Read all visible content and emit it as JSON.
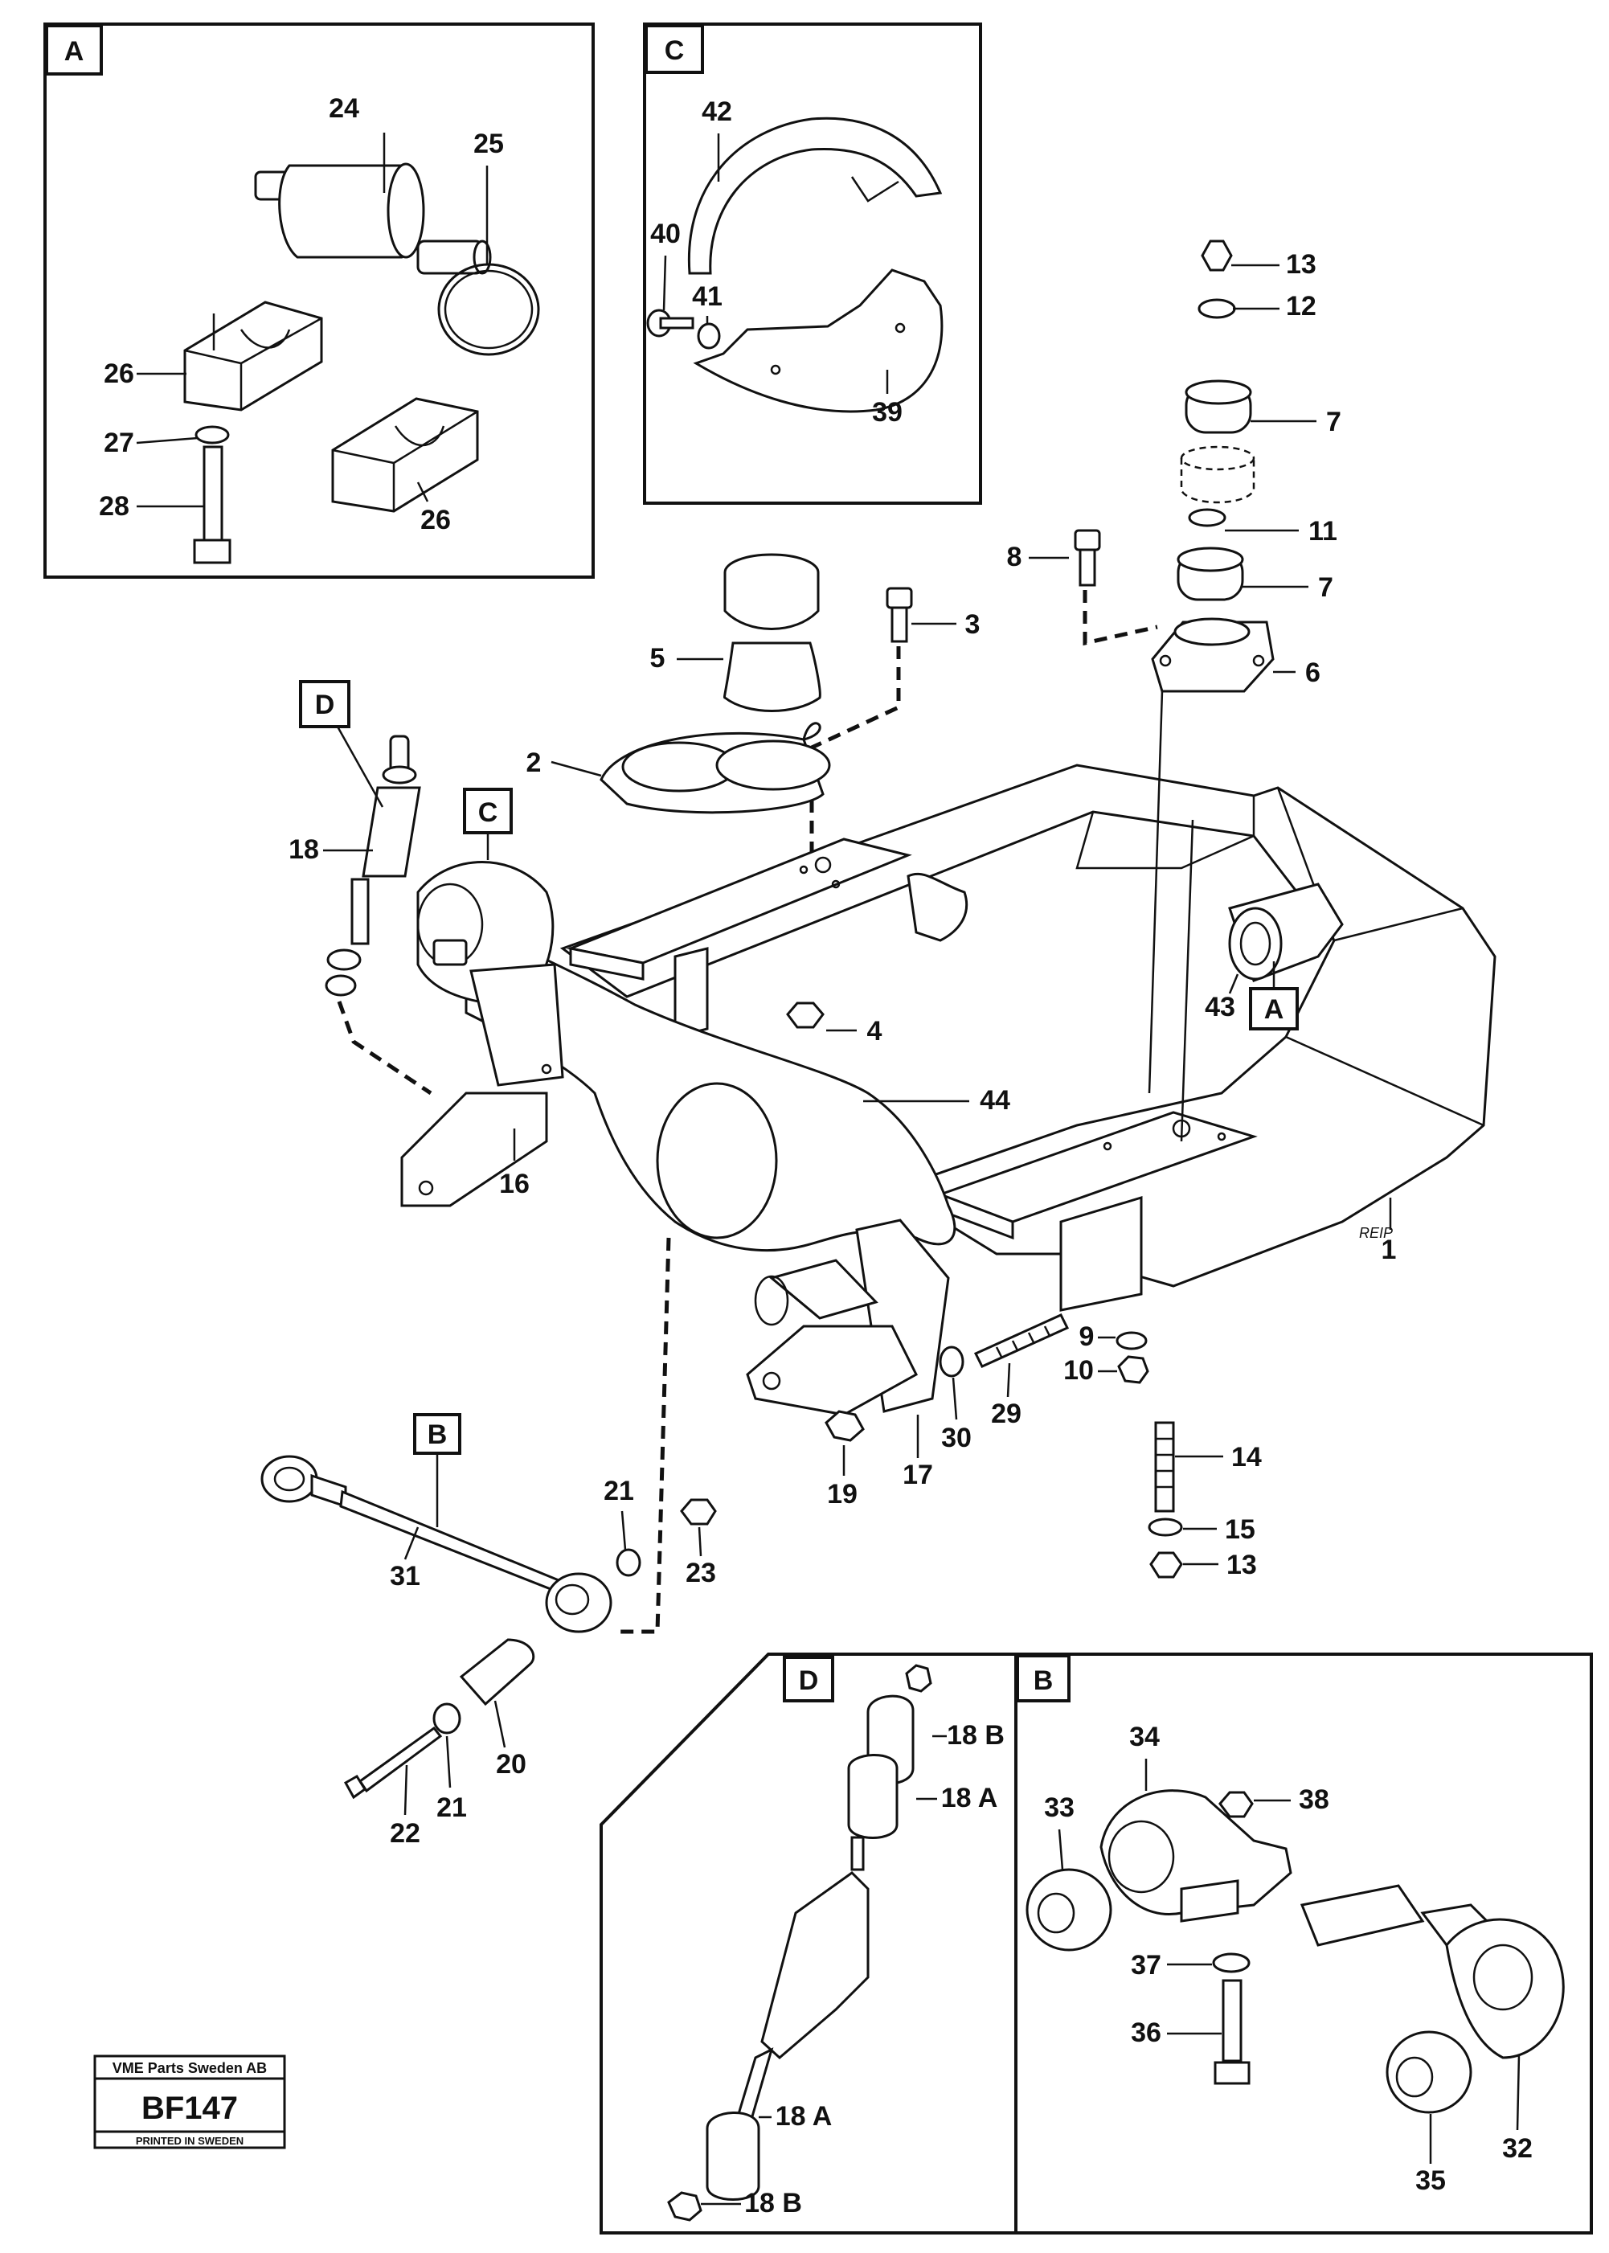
{
  "panels": {
    "A": "A",
    "C": "C",
    "D": "D",
    "B": "B"
  },
  "callouts": {
    "D": "D",
    "C": "C",
    "A": "A",
    "B": "B"
  },
  "labels": {
    "p1": "1",
    "p2": "2",
    "p3": "3",
    "p4": "4",
    "p5": "5",
    "p6": "6",
    "p7a": "7",
    "p7b": "7",
    "p8": "8",
    "p9": "9",
    "p10": "10",
    "p11": "11",
    "p12": "12",
    "p13a": "13",
    "p13b": "13",
    "p14": "14",
    "p15": "15",
    "p16": "16",
    "p17": "17",
    "p18": "18",
    "p18A1": "18 A",
    "p18A2": "18 A",
    "p18B1": "18 B",
    "p18B2": "18 B",
    "p19": "19",
    "p20": "20",
    "p21a": "21",
    "p21b": "21",
    "p22": "22",
    "p23": "23",
    "p24": "24",
    "p25": "25",
    "p26a": "26",
    "p26b": "26",
    "p27": "27",
    "p28": "28",
    "p29": "29",
    "p30": "30",
    "p31": "31",
    "p32": "32",
    "p33": "33",
    "p34": "34",
    "p35": "35",
    "p36": "36",
    "p37": "37",
    "p38": "38",
    "p39": "39",
    "p40": "40",
    "p41": "41",
    "p42": "42",
    "p43": "43",
    "p44": "44"
  },
  "stamp": {
    "company": "VME Parts Sweden AB",
    "code": "BF147",
    "footer": "PRINTED IN SWEDEN"
  },
  "engraving": "REIP"
}
